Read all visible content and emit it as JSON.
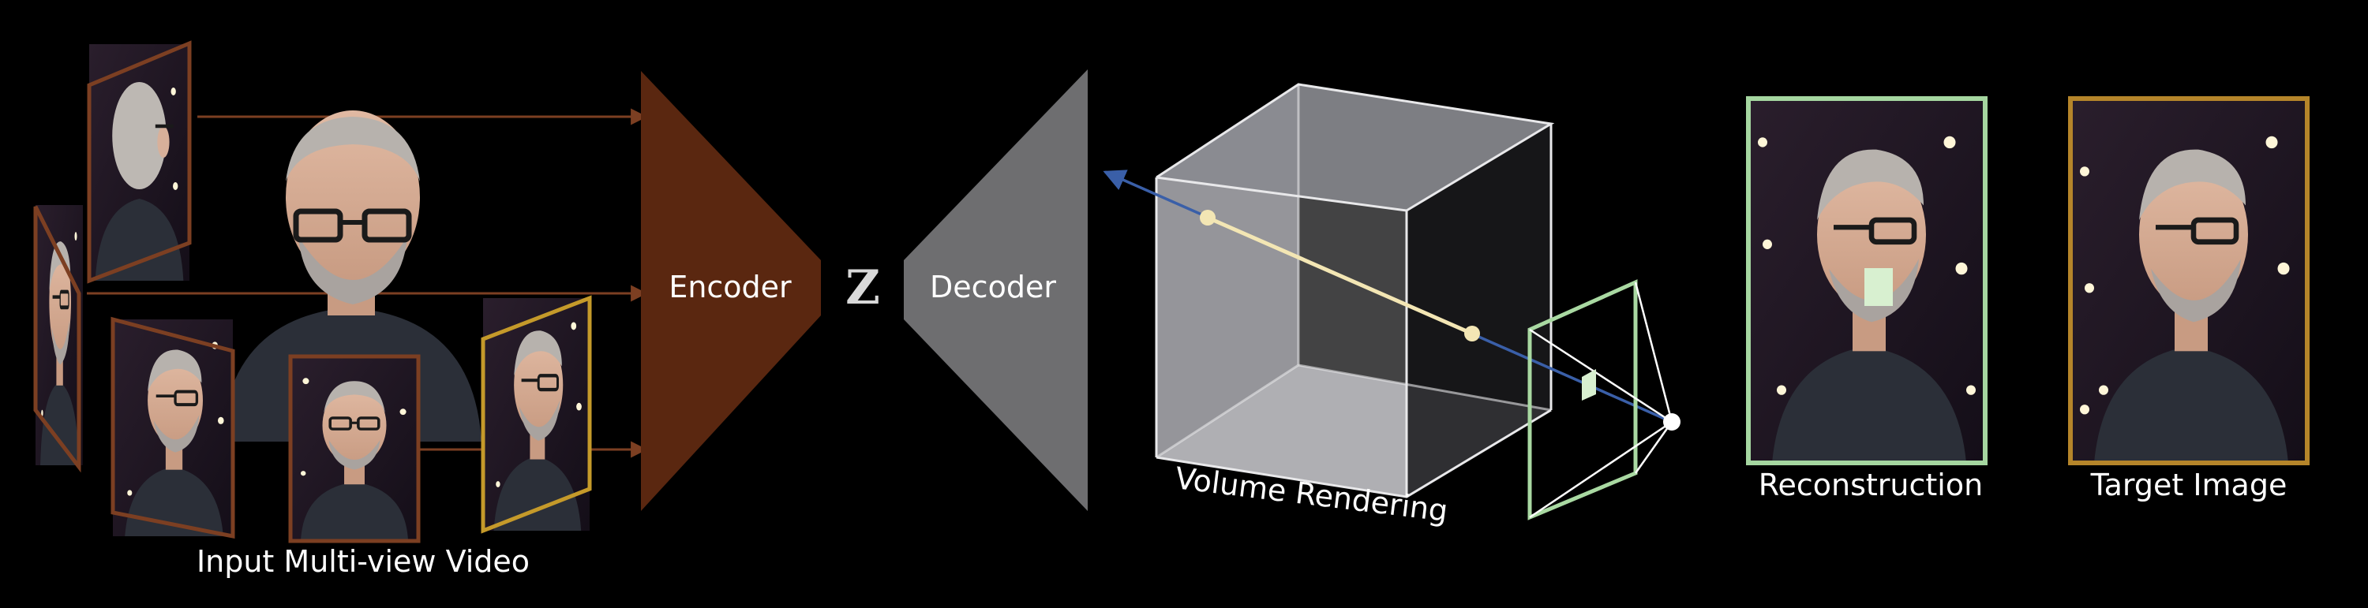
{
  "labels": {
    "input": "Input Multi-view Video",
    "encoder": "Encoder",
    "latent": "Z",
    "decoder": "Decoder",
    "volume": "Volume Rendering",
    "reconstruction": "Reconstruction",
    "target": "Target Image"
  },
  "colors": {
    "background": "#000000",
    "encoder": "#5a2710",
    "decoder": "#6e6e70",
    "frame_orange": "#7c3f22",
    "frame_gold": "#c59a2a",
    "frame_green": "#a5d6a0",
    "ray": "#3a5fa8",
    "ray_samples": "#f3e6b4",
    "camera_frustum": "#a9d9a2",
    "pixel_patch": "#d8f0d0",
    "target_frame": "#b5852a"
  },
  "icons": [
    "person-thumbnail",
    "camera-frustum",
    "camera-center-icon",
    "ray-arrow-icon"
  ]
}
